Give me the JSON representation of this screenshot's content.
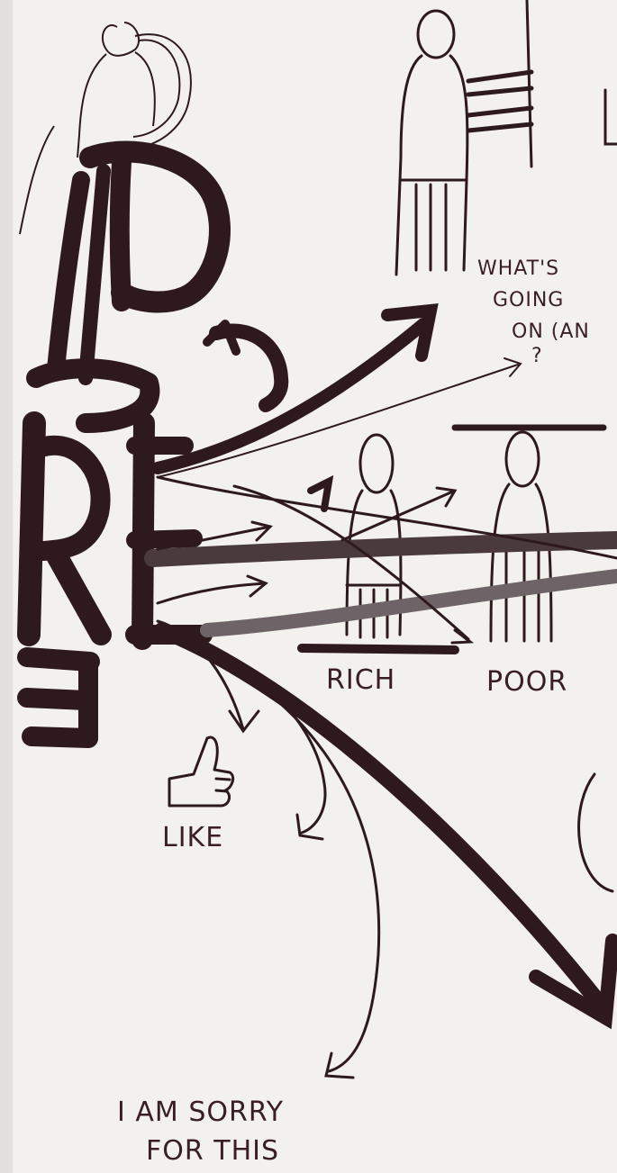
{
  "colors": {
    "ink": "#2e1a1c",
    "paper": "#f2f1ee",
    "shade": "#6e6468"
  },
  "labels": {
    "whats_going_on_line1": "WHAT'S",
    "whats_going_on_line2": "GOING",
    "whats_going_on_line3": "ON (AN",
    "question_mark": "?",
    "rich": "RICH",
    "poor": "POOR",
    "like": "LIKE",
    "sorry_line1": "I AM SORRY",
    "sorry_line2": "FOR THIS"
  },
  "icons": {
    "thumbs_up": "thumbs-up-icon",
    "person": "stick-figure-icon"
  }
}
